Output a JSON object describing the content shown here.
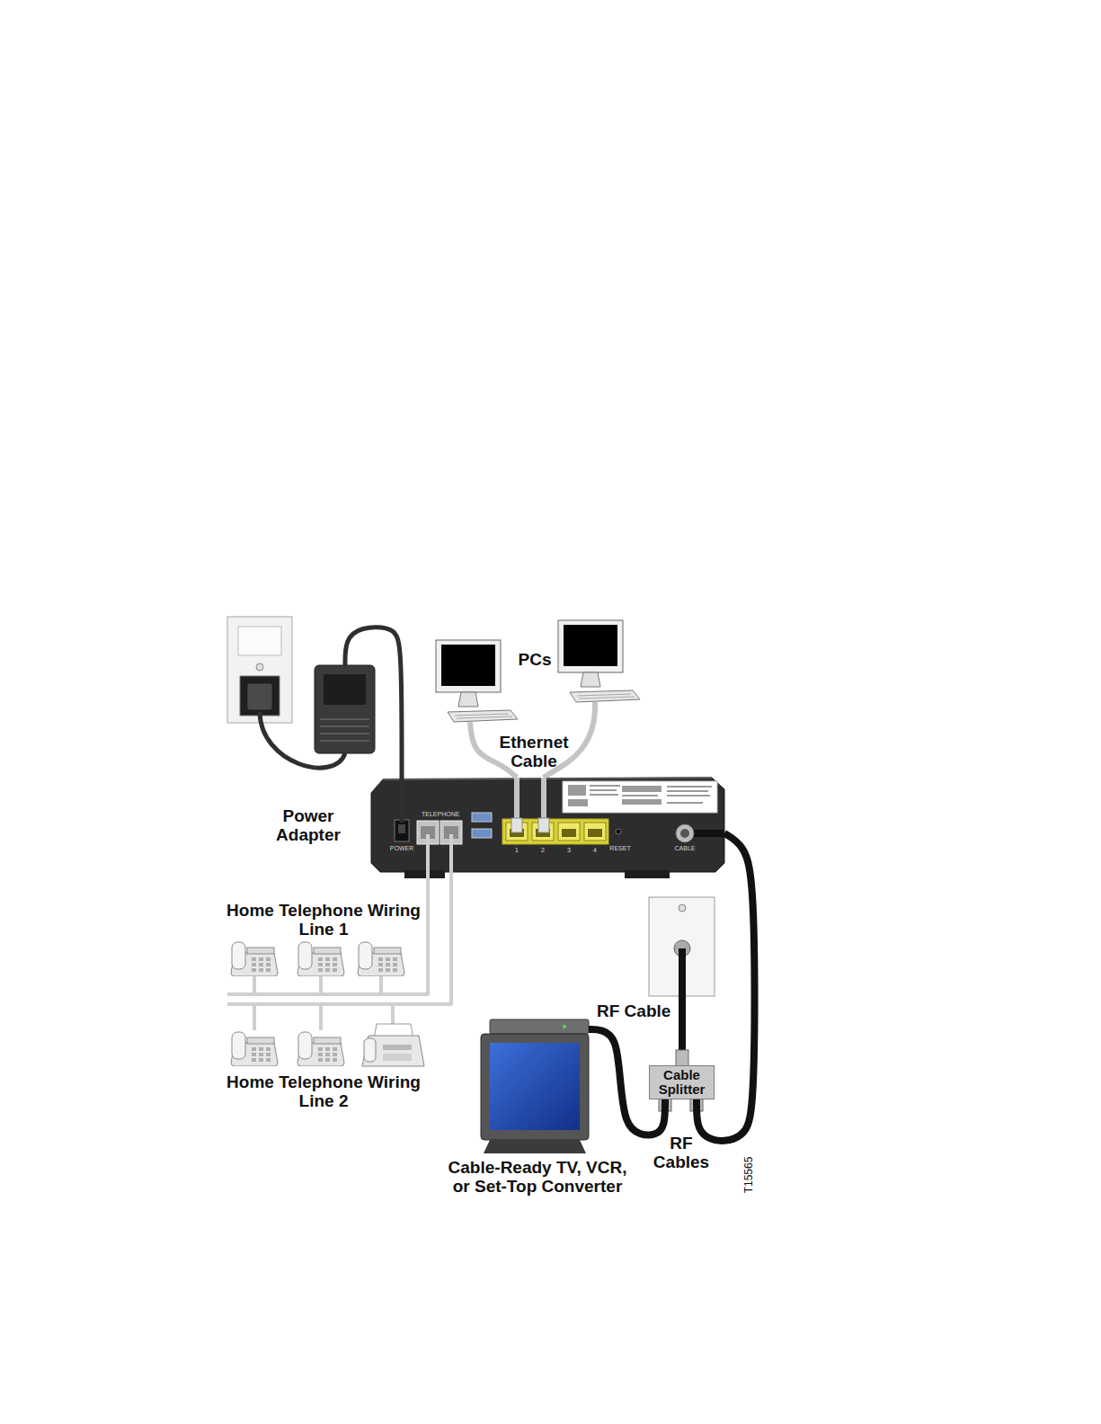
{
  "diagram": {
    "nodes": [
      {
        "text": [
          "Power Adapter"
        ]
      },
      {
        "text": [
          "PCs"
        ]
      },
      {
        "text": [
          "TELEPHONE",
          "POWER",
          "1",
          "2",
          "3",
          "4",
          "RESET",
          "CABLE"
        ]
      },
      {
        "text": [
          "Home Telephone Wiring Line 1"
        ]
      },
      {
        "text": [
          "Home Telephone Wiring Line 2"
        ]
      },
      {
        "text": [
          "Cable Splitter"
        ]
      },
      {
        "text": [
          "Cable-Ready TV, VCR, or Set-Top Converter"
        ]
      }
    ],
    "edges": [
      {
        "from": 0,
        "to": 2,
        "arrow": "none"
      },
      {
        "from": 1,
        "to": 2,
        "label": "Ethernet Cable",
        "arrow": "none"
      },
      {
        "from": 2,
        "to": 3,
        "arrow": "none"
      },
      {
        "from": 2,
        "to": 4,
        "arrow": "none"
      },
      {
        "from": 5,
        "to": 6,
        "arrow": "none"
      },
      {
        "from": 5,
        "to": 2,
        "arrow": "none"
      }
    ],
    "labels": [
      "RF Cable",
      "RF Cables",
      "T15565"
    ]
  }
}
